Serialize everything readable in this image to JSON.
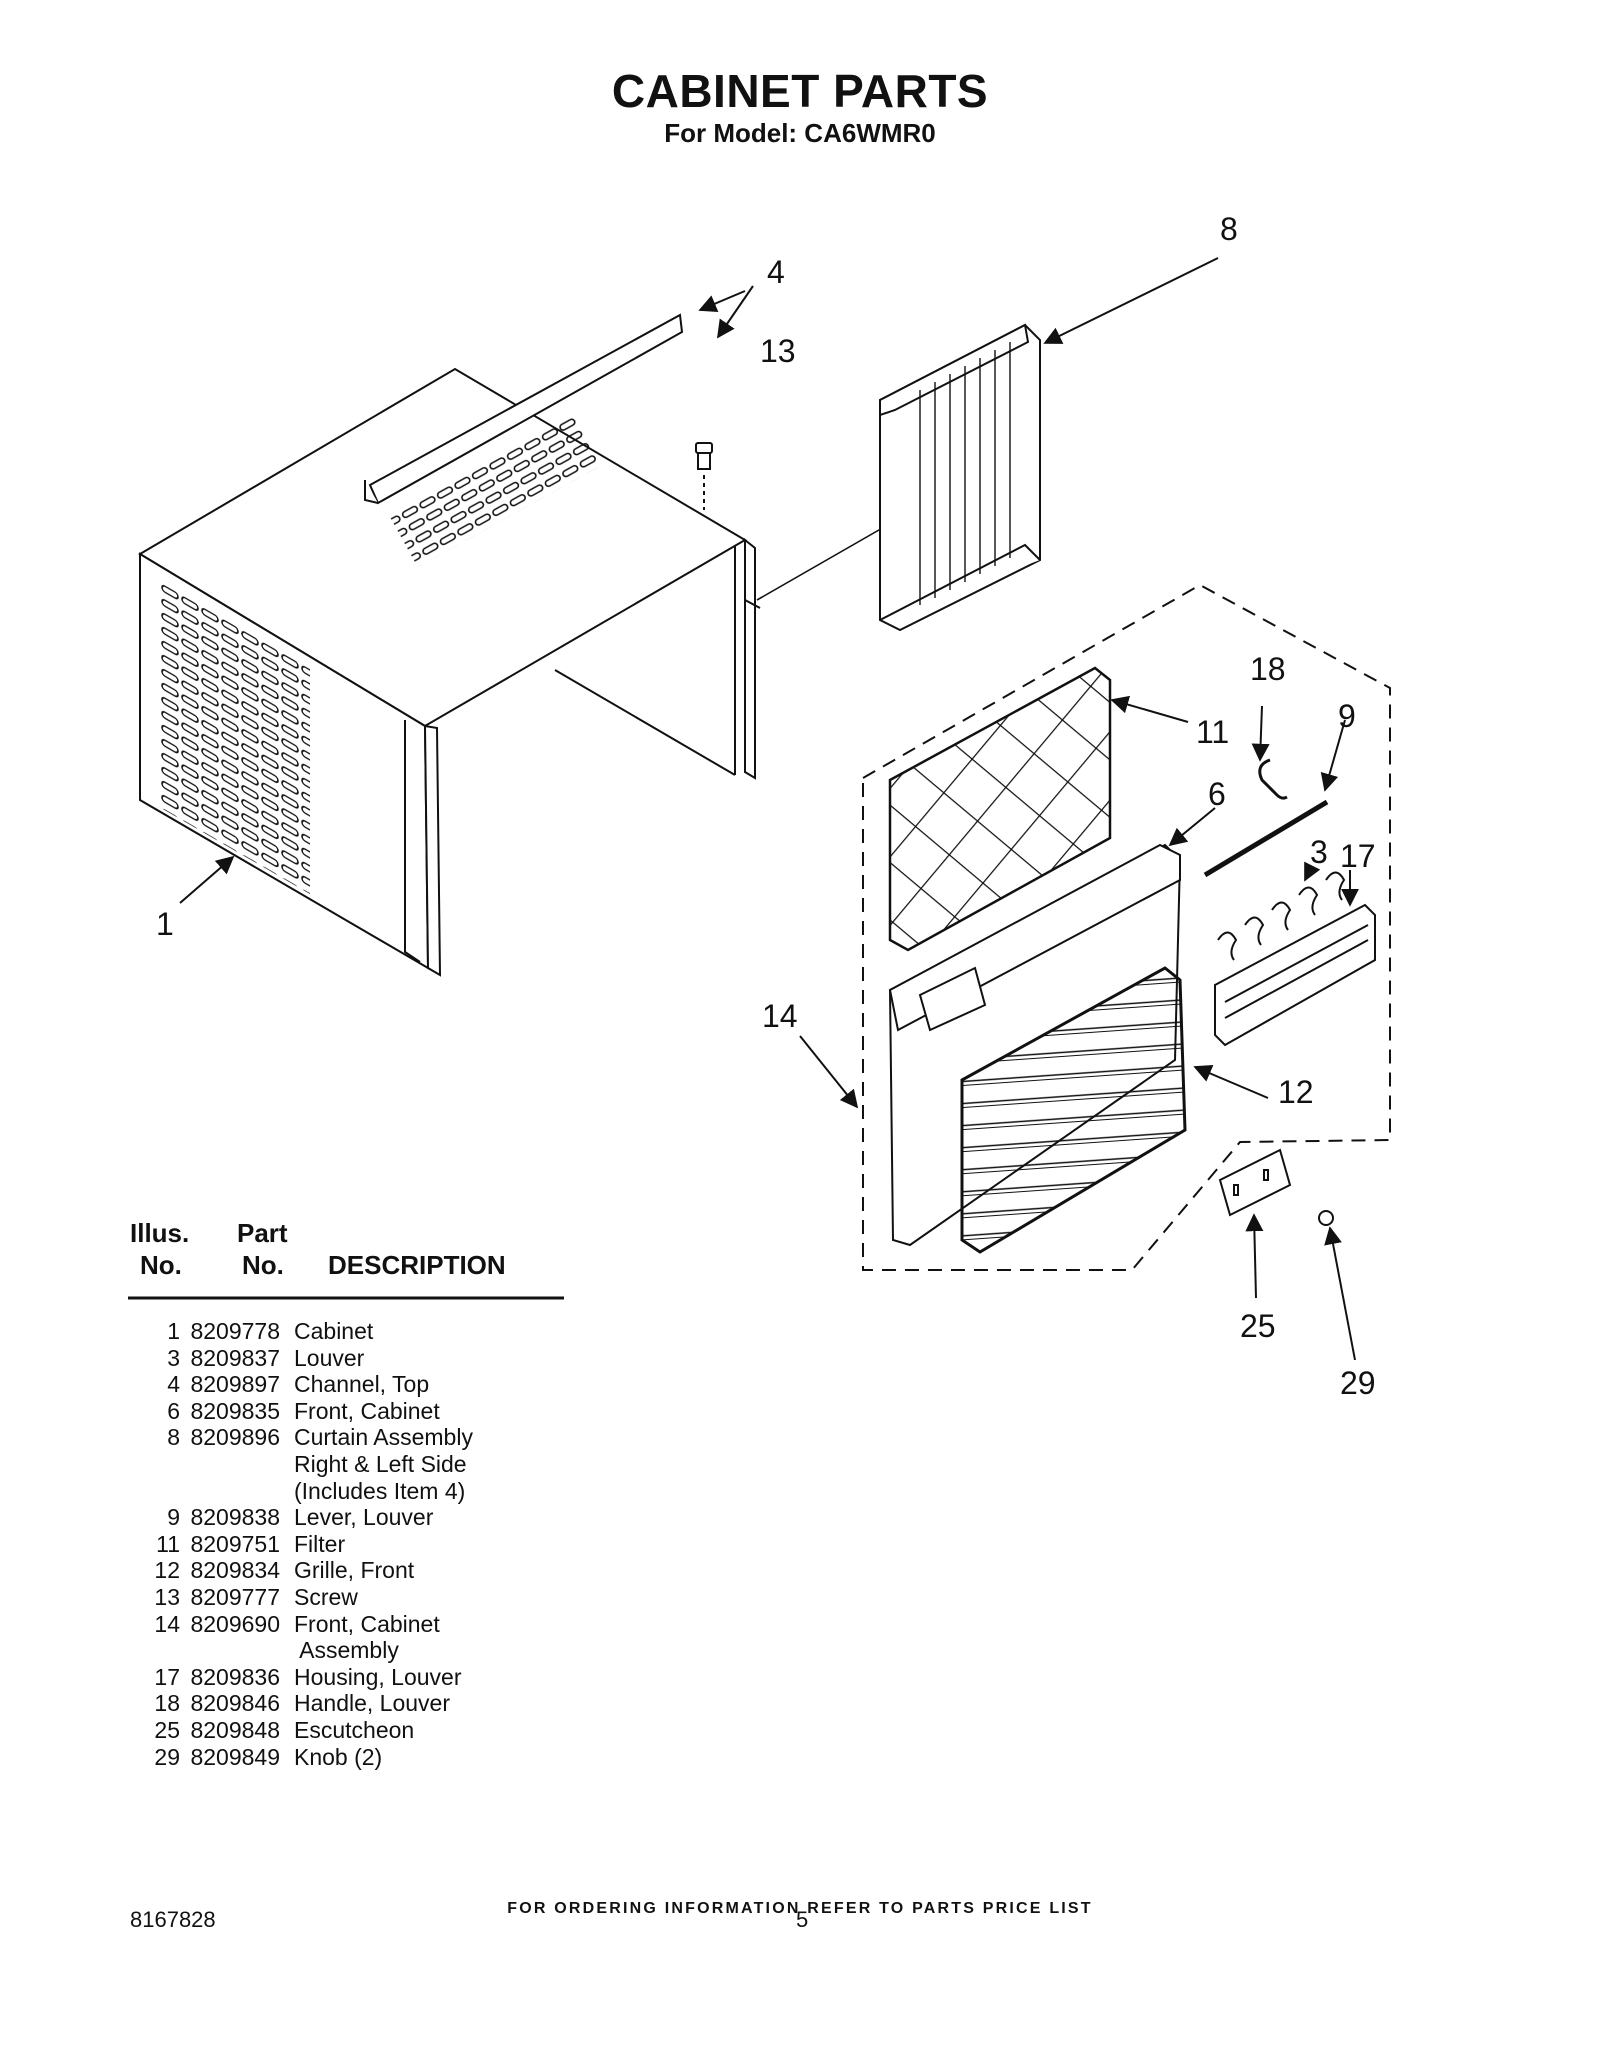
{
  "header": {
    "title": "CABINET PARTS",
    "subtitle": "For Model: CA6WMR0"
  },
  "diagram": {
    "callouts": [
      "1",
      "3",
      "4",
      "6",
      "8",
      "9",
      "11",
      "12",
      "13",
      "14",
      "17",
      "18",
      "25",
      "29"
    ]
  },
  "parts_table": {
    "headers": {
      "illus_top": "Illus.",
      "illus_bottom": "No.",
      "part_top": "Part",
      "part_bottom": "No.",
      "description": "DESCRIPTION"
    },
    "rows": [
      {
        "no": "1",
        "part": "8209778",
        "desc": "Cabinet"
      },
      {
        "no": "3",
        "part": "8209837",
        "desc": "Louver"
      },
      {
        "no": "4",
        "part": "8209897",
        "desc": "Channel, Top"
      },
      {
        "no": "6",
        "part": "8209835",
        "desc": "Front, Cabinet"
      },
      {
        "no": "8",
        "part": "8209896",
        "desc": "Curtain Assembly"
      },
      {
        "no": "",
        "part": "",
        "desc": "Right & Left Side"
      },
      {
        "no": "",
        "part": "",
        "desc": "(Includes Item 4)"
      },
      {
        "no": "9",
        "part": "8209838",
        "desc": "Lever, Louver"
      },
      {
        "no": "11",
        "part": "8209751",
        "desc": "Filter"
      },
      {
        "no": "12",
        "part": "8209834",
        "desc": "Grille, Front"
      },
      {
        "no": "13",
        "part": "8209777",
        "desc": "Screw"
      },
      {
        "no": "14",
        "part": "8209690",
        "desc": "Front, Cabinet"
      },
      {
        "no": "",
        "part": "",
        "desc": " Assembly"
      },
      {
        "no": "17",
        "part": "8209836",
        "desc": "Housing, Louver"
      },
      {
        "no": "18",
        "part": "8209846",
        "desc": "Handle, Louver"
      },
      {
        "no": "25",
        "part": "8209848",
        "desc": "Escutcheon"
      },
      {
        "no": "29",
        "part": "8209849",
        "desc": "Knob (2)"
      }
    ]
  },
  "footer": {
    "note": "FOR ORDERING INFORMATION REFER TO PARTS PRICE LIST",
    "doc_number": "8167828",
    "page_number": "5"
  }
}
